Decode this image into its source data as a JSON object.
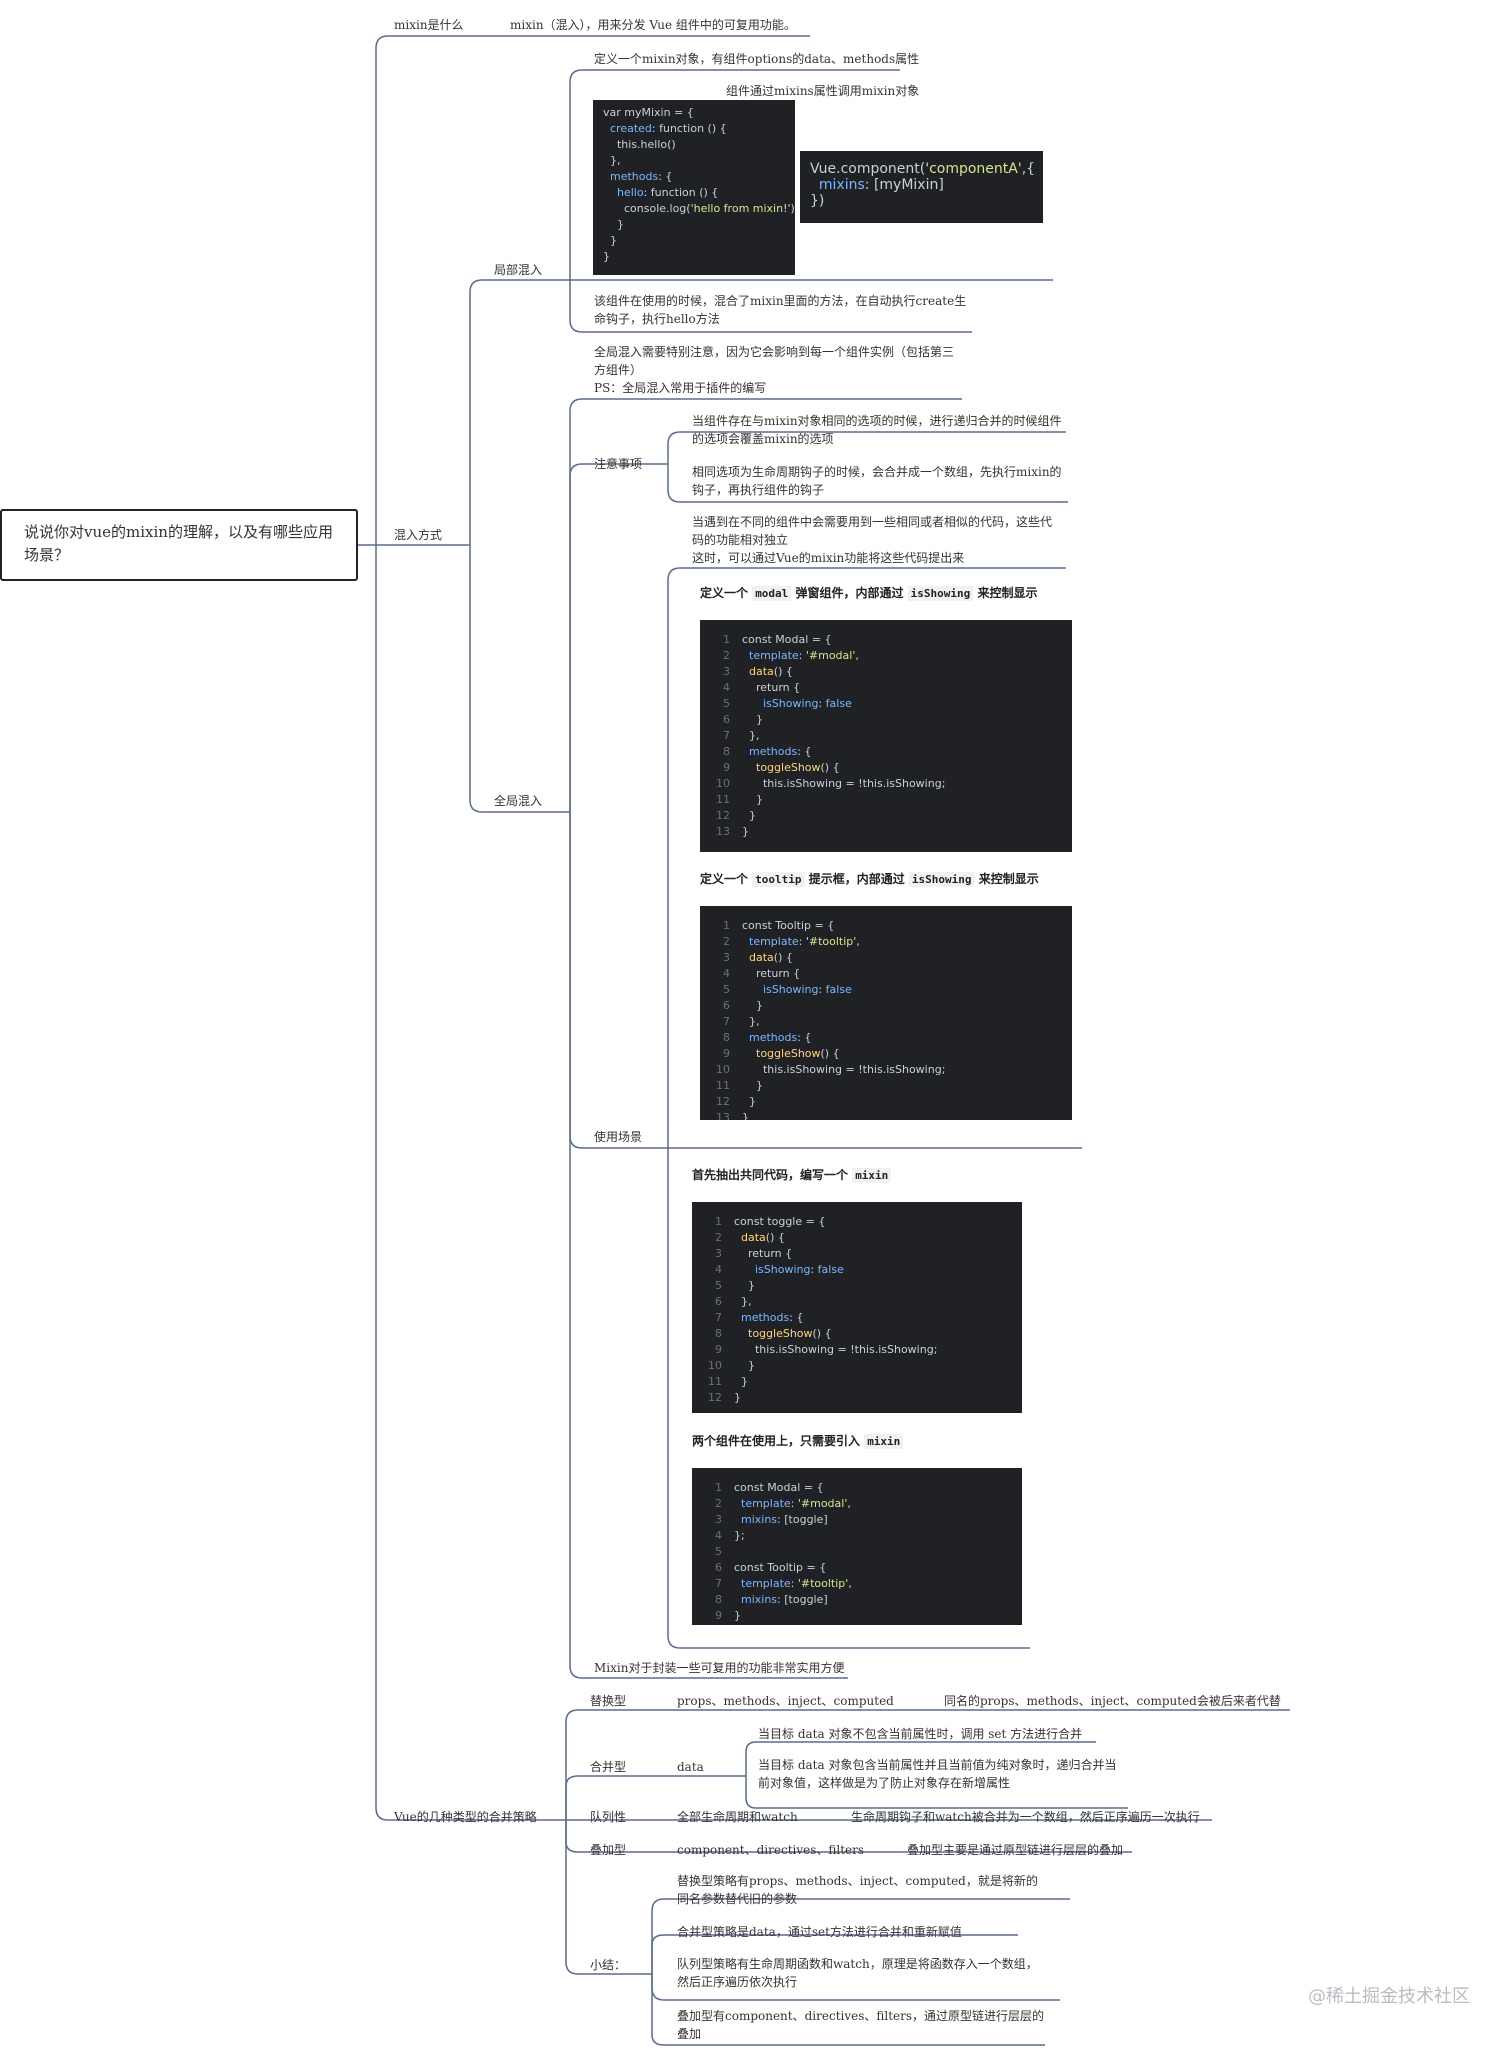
{
  "root": {
    "title": "说说你对vue的mixin的理解，以及有哪些应用场景？"
  },
  "b1": {
    "label": "mixin是什么",
    "desc": "mixin（混入），用来分发 Vue 组件中的可复用功能。"
  },
  "b2": {
    "label": "混入方式",
    "local": {
      "label": "局部混入",
      "step1": "定义一个mixin对象，有组件options的data、methods属性",
      "step2": "组件通过mixins属性调用mixin对象",
      "note": "该组件在使用的时候，混合了mixin里面的方法，在自动执行create生命钩子，执行hello方法",
      "code_mixin": [
        "var myMixin = {",
        "  created: function () {",
        "    this.hello()",
        "  },",
        "  methods: {",
        "    hello: function () {",
        "      console.log('hello from mixin!')",
        "    }",
        "  }",
        "}"
      ],
      "code_component": [
        "Vue.component('componentA',{",
        "  mixins: [myMixin]",
        "})"
      ]
    },
    "global": {
      "label": "全局混入",
      "note": "全局混入需要特别注意，因为它会影响到每一个组件实例（包括第三方组件）",
      "ps": "PS：全局混入常用于插件的编写",
      "caution": {
        "label": "注意事项",
        "item1": "当组件存在与mixin对象相同的选项的时候，进行递归合并的时候组件的选项会覆盖mixin的选项",
        "item2": "相同选项为生命周期钩子的时候，会合并成一个数组，先执行mixin的钩子，再执行组件的钩子"
      },
      "scenario": {
        "label": "使用场景",
        "intro1": "当遇到在不同的组件中会需要用到一些相同或者相似的代码，这些代码的功能相对独立",
        "intro2": "这时，可以通过Vue的mixin功能将这些代码提出来",
        "modal_pre": "定义一个 ",
        "modal_code": "modal",
        "modal_mid": " 弹窗组件，内部通过 ",
        "modal_code2": "isShowing",
        "modal_post": " 来控制显示",
        "tooltip_pre": "定义一个 ",
        "tooltip_code": "tooltip",
        "tooltip_mid": " 提示框，内部通过 ",
        "tooltip_code2": "isShowing",
        "tooltip_post": " 来控制显示",
        "extract_pre": "首先抽出共同代码，编写一个 ",
        "extract_code": "mixin",
        "use_pre": "两个组件在使用上，只需要引入 ",
        "use_code": "mixin",
        "code_modal": [
          "const Modal = {",
          "  template: '#modal',",
          "  data() {",
          "    return {",
          "      isShowing: false",
          "    }",
          "  },",
          "  methods: {",
          "    toggleShow() {",
          "      this.isShowing = !this.isShowing;",
          "    }",
          "  }",
          "}"
        ],
        "code_tooltip": [
          "const Tooltip = {",
          "  template: '#tooltip',",
          "  data() {",
          "    return {",
          "      isShowing: false",
          "    }",
          "  },",
          "  methods: {",
          "    toggleShow() {",
          "      this.isShowing = !this.isShowing;",
          "    }",
          "  }",
          "}"
        ],
        "code_toggle": [
          "const toggle = {",
          "  data() {",
          "    return {",
          "      isShowing: false",
          "    }",
          "  },",
          "  methods: {",
          "    toggleShow() {",
          "      this.isShowing = !this.isShowing;",
          "    }",
          "  }",
          "}"
        ],
        "code_use": [
          "const Modal = {",
          "  template: '#modal',",
          "  mixins: [toggle]",
          "};",
          "",
          "const Tooltip = {",
          "  template: '#tooltip',",
          "  mixins: [toggle]",
          "}"
        ]
      }
    },
    "summary": "Mixin对于封装一些可复用的功能非常实用方便"
  },
  "b3": {
    "label": "Vue的几种类型的合并策略",
    "replace": {
      "label": "替换型",
      "items": "props、methods、inject、computed",
      "desc": "同名的props、methods、inject、computed会被后来者代替"
    },
    "merge": {
      "label": "合并型",
      "items": "data",
      "desc1": "当目标 data 对象不包含当前属性时，调用 set 方法进行合并",
      "desc2": "当目标 data 对象包含当前属性并且当前值为纯对象时，递归合并当前对象值，这样做是为了防止对象存在新增属性"
    },
    "queue": {
      "label": "队列性",
      "items": "全部生命周期和watch",
      "desc": "生命周期钩子和watch被合并为一个数组，然后正序遍历一次执行"
    },
    "stack": {
      "label": "叠加型",
      "items": "component、directives、filters",
      "desc": "叠加型主要是通过原型链进行层层的叠加"
    },
    "summary": {
      "label": "小结：",
      "s1": "替换型策略有props、methods、inject、computed，就是将新的同名参数替代旧的参数",
      "s2": "合并型策略是data，通过set方法进行合并和重新赋值",
      "s3": "队列型策略有生命周期函数和watch，原理是将函数存入一个数组，然后正序遍历依次执行",
      "s4": "叠加型有component、directives、filters，通过原型链进行层层的叠加"
    }
  },
  "watermark": "@稀土掘金技术社区",
  "colors": {
    "line": "#5b6a8f",
    "code_bg": "#1f2124"
  }
}
